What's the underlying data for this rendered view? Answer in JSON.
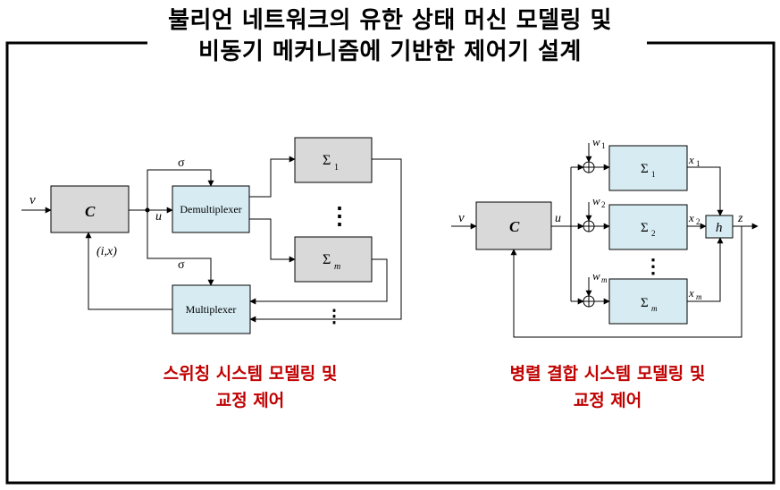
{
  "title": {
    "line1": "불리언 네트워크의 유한 상태 머신 모델링 및",
    "line2": "비동기 메커니즘에 기반한 제어기 설계"
  },
  "left_diagram": {
    "caption_line1": "스위칭 시스템 모델링 및",
    "caption_line2": "교정 제어",
    "input_label": "v",
    "controller_label": "C",
    "control_label": "u",
    "feedback_label": "(i,x)",
    "sigma_top": "σ",
    "sigma_bottom": "σ",
    "demux_label": "Demultiplexer",
    "mux_label": "Multiplexer",
    "subsystem_1": "Σ",
    "subsystem_1_sub": "1",
    "subsystem_m": "Σ",
    "subsystem_m_sub": "m",
    "dots_vertical": "⋮",
    "dots_vertical_2": "⋮"
  },
  "right_diagram": {
    "caption_line1": "병렬 결합 시스템 모델링 및",
    "caption_line2": "교정 제어",
    "input_label": "v",
    "controller_label": "C",
    "control_label": "u",
    "w1": "w",
    "w1_sub": "1",
    "w2": "w",
    "w2_sub": "2",
    "wm": "w",
    "wm_sub": "m",
    "sys1": "Σ",
    "sys1_sub": "1",
    "sys2": "Σ",
    "sys2_sub": "2",
    "sysm": "Σ",
    "sysm_sub": "m",
    "x1": "x",
    "x1_sub": "1",
    "x2": "x",
    "x2_sub": "2",
    "xm": "x",
    "xm_sub": "m",
    "h_label": "h",
    "output_label": "z",
    "dots_vertical": "⋮"
  },
  "colors": {
    "controller_fill": "#d9d9d9",
    "mux_fill": "#d6ebf2",
    "caption": "#c00000"
  }
}
